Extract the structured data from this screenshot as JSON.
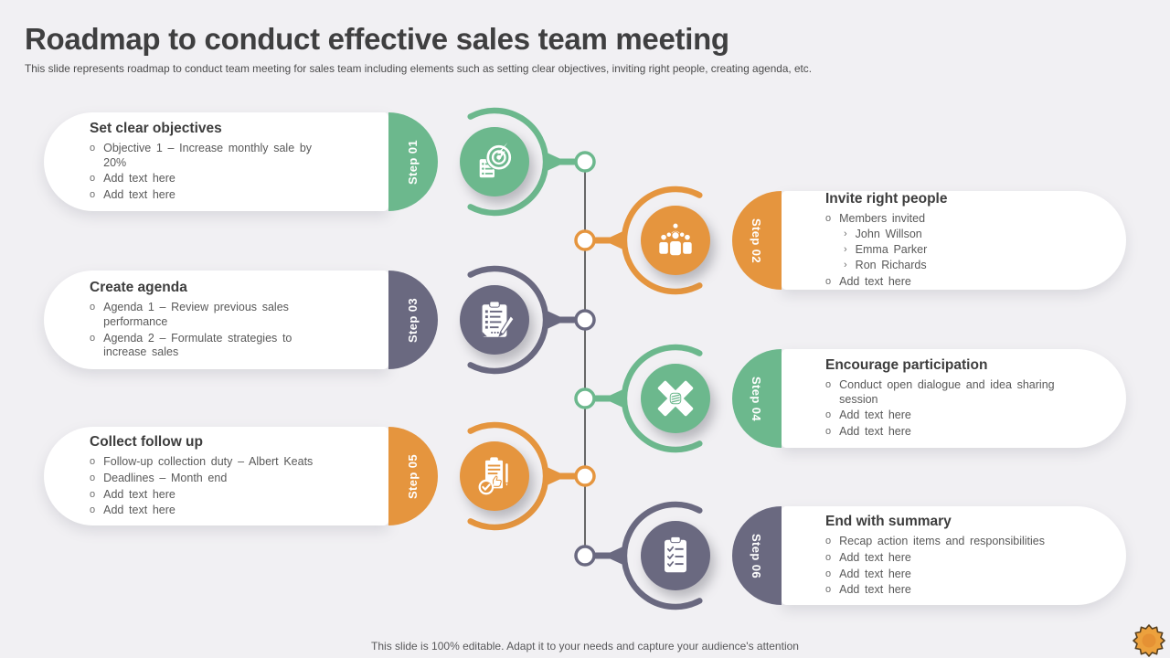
{
  "header": {
    "title": "Roadmap to conduct effective sales team meeting",
    "subtitle": "This slide represents roadmap to conduct team meeting for sales team including elements such as setting clear objectives, inviting right people, creating agenda, etc."
  },
  "markers": {
    "bullet": "o",
    "sub": "›"
  },
  "colors": {
    "green": "#6cb88d",
    "orange": "#e5953e",
    "slate": "#6a6980",
    "background": "#f1f0f3",
    "timeline_line": "#3a3a3a",
    "card_background": "#ffffff"
  },
  "steps": [
    {
      "number": "Step 01",
      "title": "Set clear objectives",
      "side": "left",
      "color": "#6cb88d",
      "icon": "target-checklist-icon",
      "bullets": [
        "Objective  1 – Increase  monthly  sale by 20%",
        "Add text here",
        "Add text here"
      ]
    },
    {
      "number": "Step 02",
      "title": "Invite right people",
      "side": "right",
      "color": "#e5953e",
      "icon": "team-icon",
      "bullets": [
        "Members  invited",
        "Add text here"
      ],
      "sub_bullets": [
        "John Willson",
        "Emma Parker",
        "Ron Richards"
      ]
    },
    {
      "number": "Step 03",
      "title": "Create agenda",
      "side": "left",
      "color": "#6a6980",
      "icon": "clipboard-pencil-icon",
      "bullets": [
        "Agenda  1 – Review  previous  sales performance",
        "Agenda  2 – Formulate  strategies to increase  sales"
      ]
    },
    {
      "number": "Step 04",
      "title": "Encourage participation",
      "side": "right",
      "color": "#6cb88d",
      "icon": "handshake-icon",
      "bullets": [
        "Conduct  open  dialogue  and idea  sharing session",
        "Add text here",
        "Add text here"
      ]
    },
    {
      "number": "Step 05",
      "title": "Collect follow up",
      "side": "left",
      "color": "#e5953e",
      "icon": "document-check-icon",
      "bullets": [
        "Follow-up  collection  duty – Albert  Keats",
        "Deadlines  – Month end",
        "Add text here",
        "Add text here"
      ]
    },
    {
      "number": "Step 06",
      "title": "End with summary",
      "side": "right",
      "color": "#6a6980",
      "icon": "checklist-icon",
      "bullets": [
        "Recap  action  items  and  responsibilities",
        "Add text here",
        "Add text here",
        "Add text here"
      ]
    }
  ],
  "footer": {
    "note": "This slide is 100% editable. Adapt it to your needs and capture your audience's attention"
  }
}
